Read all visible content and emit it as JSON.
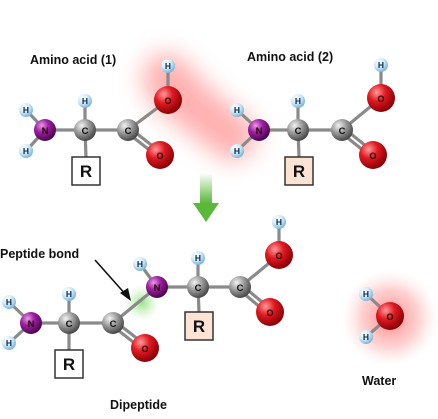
{
  "labels": {
    "amino_acid_1": "Amino acid (1)",
    "amino_acid_2": "Amino acid (2)",
    "peptide_bond": "Peptide bond",
    "dipeptide": "Dipeptide",
    "water": "Water"
  },
  "atoms": {
    "hydrogen": "H",
    "nitrogen": "N",
    "carbon": "C",
    "oxygen": "O",
    "r_group": "R"
  },
  "colors": {
    "oxygen": "#d9141b",
    "nitrogen": "#8a1a8c",
    "carbon": "#8c8c8c",
    "hydrogen": "#bfe3f7",
    "arrow": "#5cb83a",
    "water_glow": "#ff8080",
    "peptide_glow": "#8fe07a",
    "r_box_1": "#ffffff",
    "r_box_2": "#fde3d4"
  }
}
